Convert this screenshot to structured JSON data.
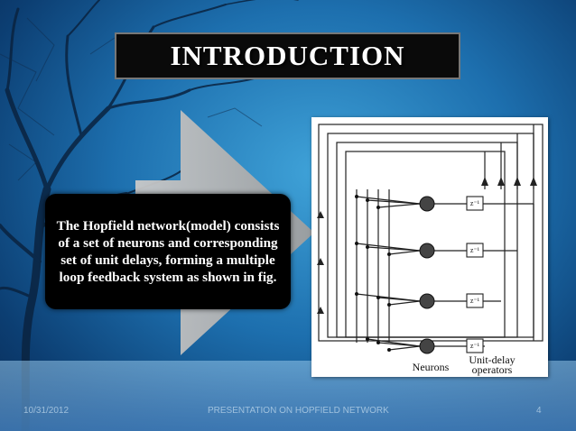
{
  "slide": {
    "title": "INTRODUCTION",
    "body_text": "The Hopfield network(model) consists of a set of neurons and corresponding set of unit delays, forming a multiple loop feedback system as shown in fig.",
    "figure": {
      "neurons_label": "Neurons",
      "delay_label_line1": "Unit-delay",
      "delay_label_line2": "operators",
      "delay_symbol": "z⁻¹"
    },
    "footer": {
      "date": "10/31/2012",
      "center": "PRESENTATION ON HOPFIELD NETWORK",
      "page_number": "4"
    }
  }
}
